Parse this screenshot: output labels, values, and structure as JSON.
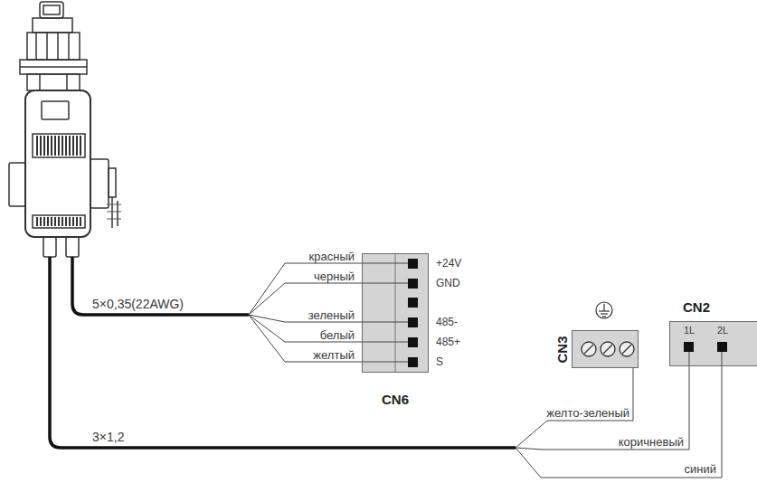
{
  "diagram": {
    "nodes": [
      {
        "text": [
          "CN6"
        ]
      },
      {
        "text": [
          "CN3"
        ]
      },
      {
        "text": [
          "CN2"
        ]
      }
    ],
    "labels": [
      "красный",
      "черный",
      "зеленый",
      "белый",
      "желтый",
      "+24V",
      "GND",
      "485-",
      "485+",
      "S",
      "5×0,35(22AWG)",
      "3×1,2",
      "желто-зеленый",
      "коричневый",
      "синий",
      "1L",
      "2L"
    ]
  }
}
